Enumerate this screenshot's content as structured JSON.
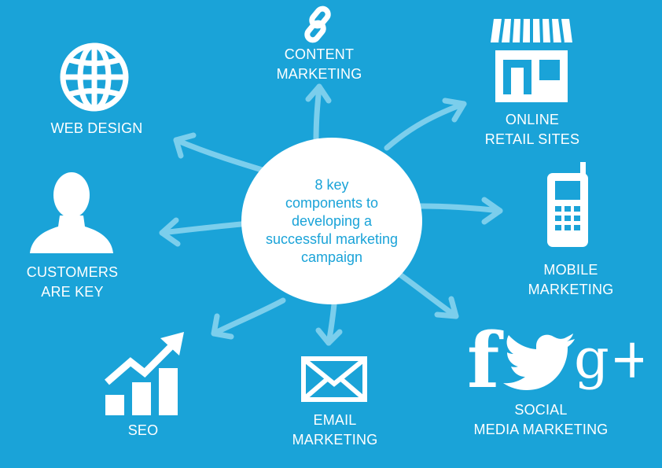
{
  "center": {
    "text": "8 key\ncomponents to\ndeveloping a\nsuccessful marketing\ncampaign"
  },
  "components": {
    "content_marketing": {
      "line1": "CONTENT",
      "line2": "MARKETING",
      "icon": "link-icon"
    },
    "online_retail": {
      "line1": "ONLINE",
      "line2": "RETAIL SITES",
      "icon": "storefront-icon"
    },
    "mobile_marketing": {
      "line1": "MOBILE",
      "line2": "MARKETING",
      "icon": "mobile-phone-icon"
    },
    "social_media": {
      "line1": "SOCIAL",
      "line2": "MEDIA MARKETING",
      "icon": "social-logos-icon",
      "glyphs": {
        "facebook": "f",
        "googleplus": "g+"
      }
    },
    "email_marketing": {
      "line1": "EMAIL",
      "line2": "MARKETING",
      "icon": "envelope-icon"
    },
    "seo": {
      "line1": "SEO",
      "icon": "growth-chart-icon"
    },
    "customers": {
      "line1": "CUSTOMERS",
      "line2": "ARE KEY",
      "icon": "person-icon"
    },
    "web_design": {
      "line1": "WEB DESIGN",
      "icon": "globe-icon"
    }
  },
  "colors": {
    "background": "#1aa3d8",
    "arrow": "#86d3ef",
    "circle": "#ffffff",
    "text": "#ffffff",
    "center_text": "#1aa3d8"
  }
}
